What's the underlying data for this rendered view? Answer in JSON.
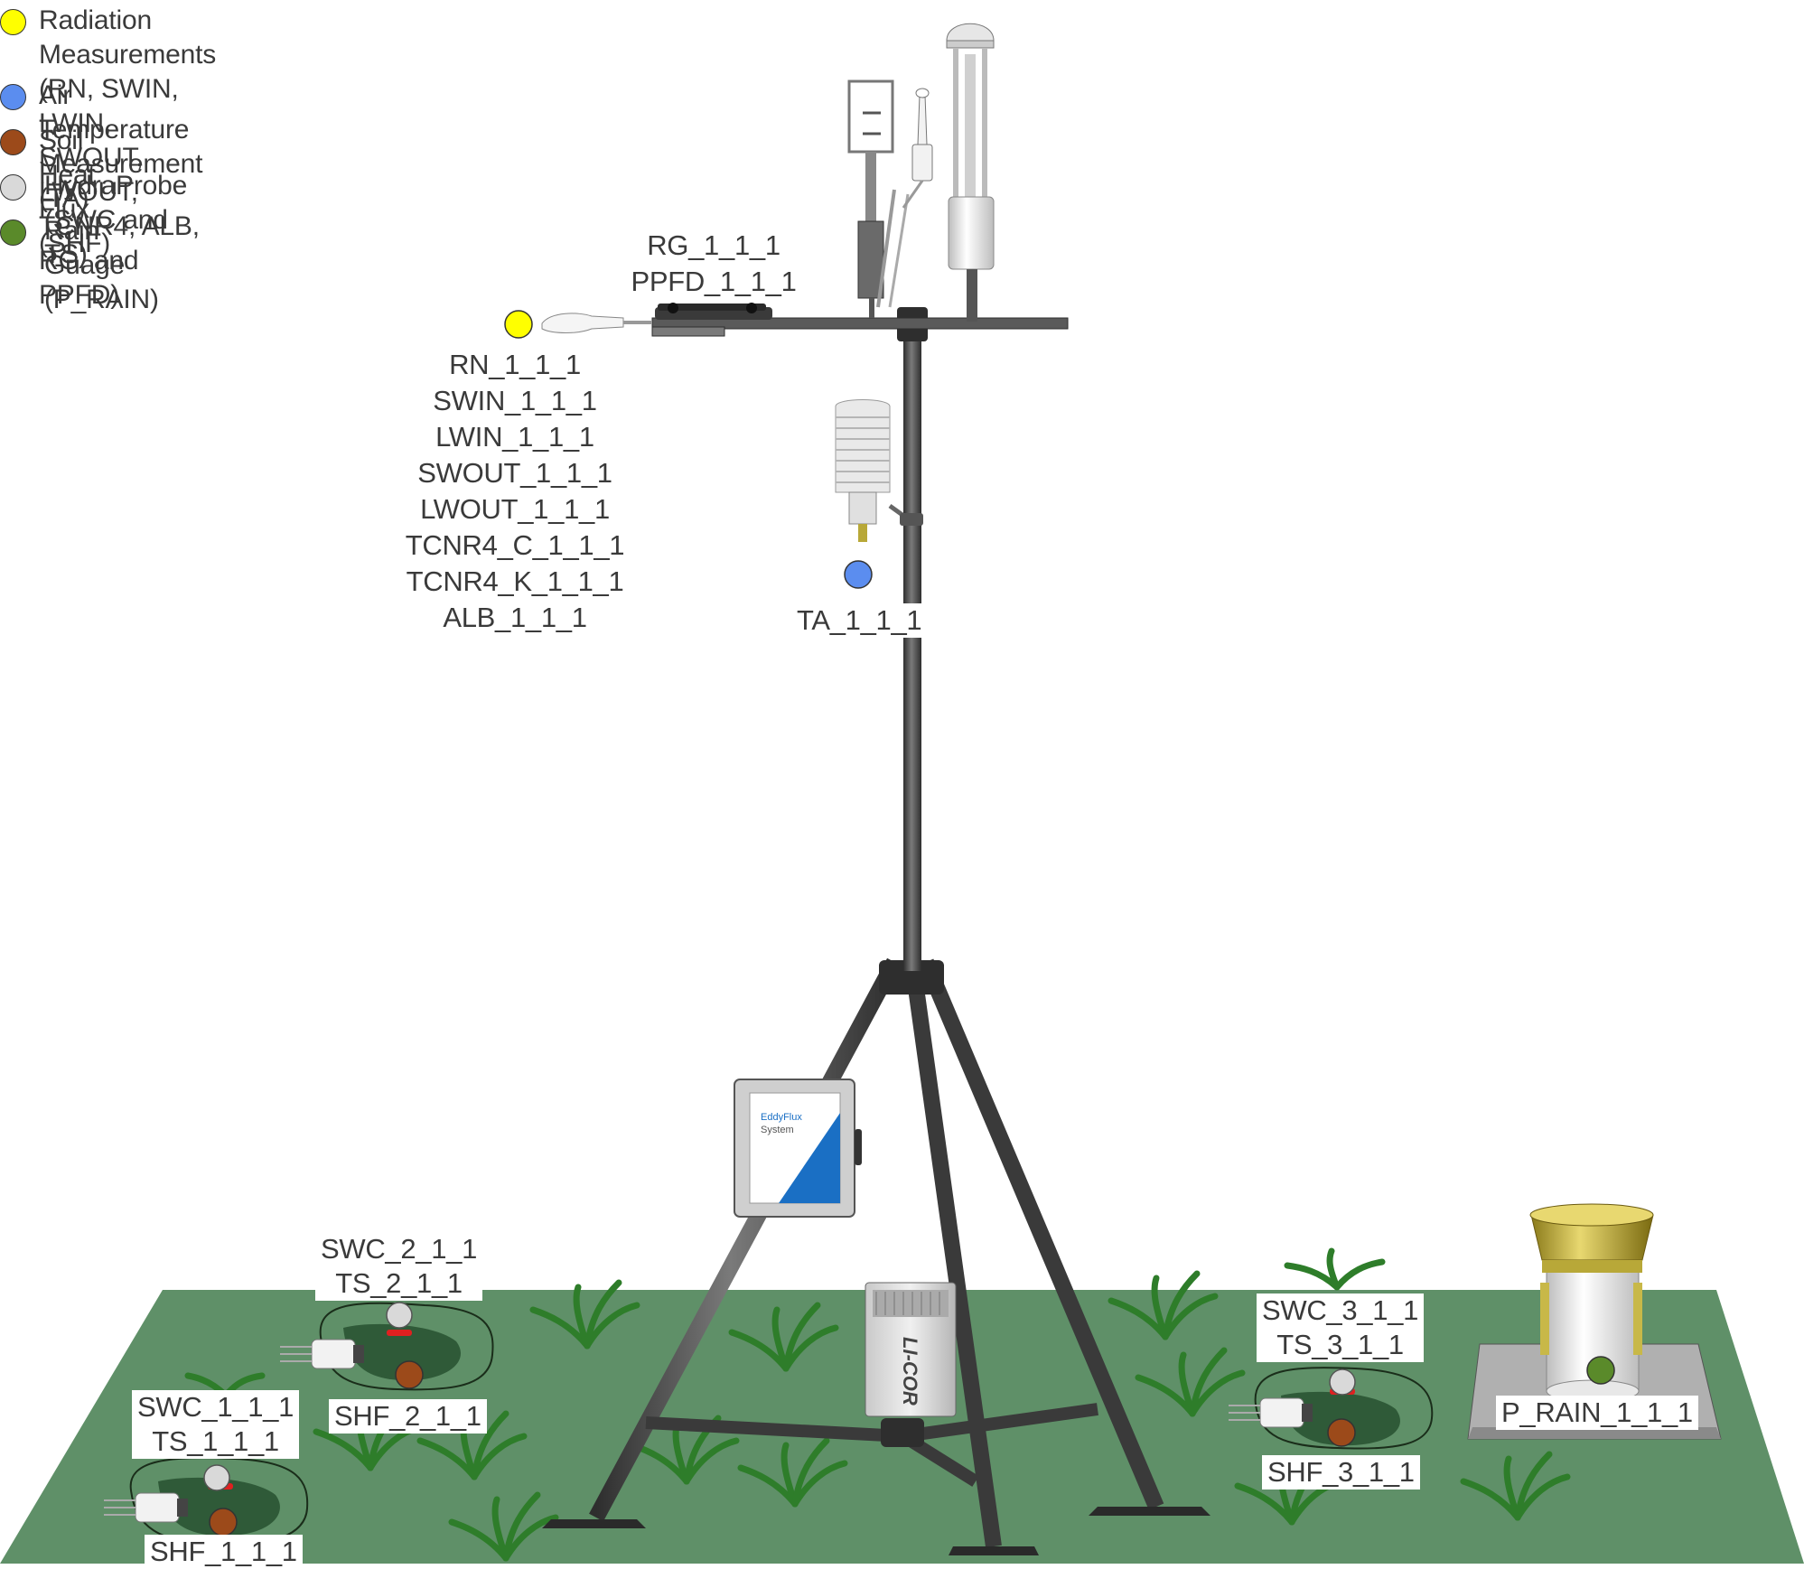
{
  "legend": {
    "items": [
      {
        "color": "#ffff00",
        "lines": [
          "Radiation Measurements (RN, SWIN, LWIN, SWOUT, LWOUT,",
          "TCNR4, ALB, RG, and PPFD)"
        ]
      },
      {
        "color": "#5b8def",
        "lines": [
          "Air Temperature Measurement (TA)"
        ]
      },
      {
        "color": "#9c4a1a",
        "lines": [
          "Soil Heat Flux (SHF)"
        ]
      },
      {
        "color": "#d9d9d9",
        "lines": [
          "HydraProbe (SWC and TS)"
        ]
      },
      {
        "color": "#5a8a2a",
        "lines": [
          "Rain Guage (P_RAIN)"
        ]
      }
    ]
  },
  "labels": {
    "rg_ppfd": [
      "RG_1_1_1",
      "PPFD_1_1_1"
    ],
    "radiation": [
      "RN_1_1_1",
      "SWIN_1_1_1",
      "LWIN_1_1_1",
      "SWOUT_1_1_1",
      "LWOUT_1_1_1",
      "TCNR4_C_1_1_1",
      "TCNR4_K_1_1_1",
      "ALB_1_1_1"
    ],
    "ta": "TA_1_1_1",
    "swc2": [
      "SWC_2_1_1",
      "TS_2_1_1"
    ],
    "shf2": "SHF_2_1_1",
    "swc1": [
      "SWC_1_1_1",
      "TS_1_1_1"
    ],
    "shf1": "SHF_1_1_1",
    "swc3": [
      "SWC_3_1_1",
      "TS_3_1_1"
    ],
    "shf3": "SHF_3_1_1",
    "p_rain": "P_RAIN_1_1_1"
  },
  "enclosure": {
    "line1": "EddyFlux",
    "line2": "System"
  },
  "logger_brand": "LI-COR",
  "colors": {
    "ground": "#5f9068",
    "ground_dark": "#2f5a38",
    "grass": "#2e7d2a",
    "tower": "#4a4a4a",
    "radiation": "#ffff00",
    "temperature": "#5b8def",
    "soil_heat": "#9c4a1a",
    "hydraprobe": "#d9d9d9",
    "rain": "#5a8a2a",
    "enclosure_accent": "#1a6fc4"
  }
}
